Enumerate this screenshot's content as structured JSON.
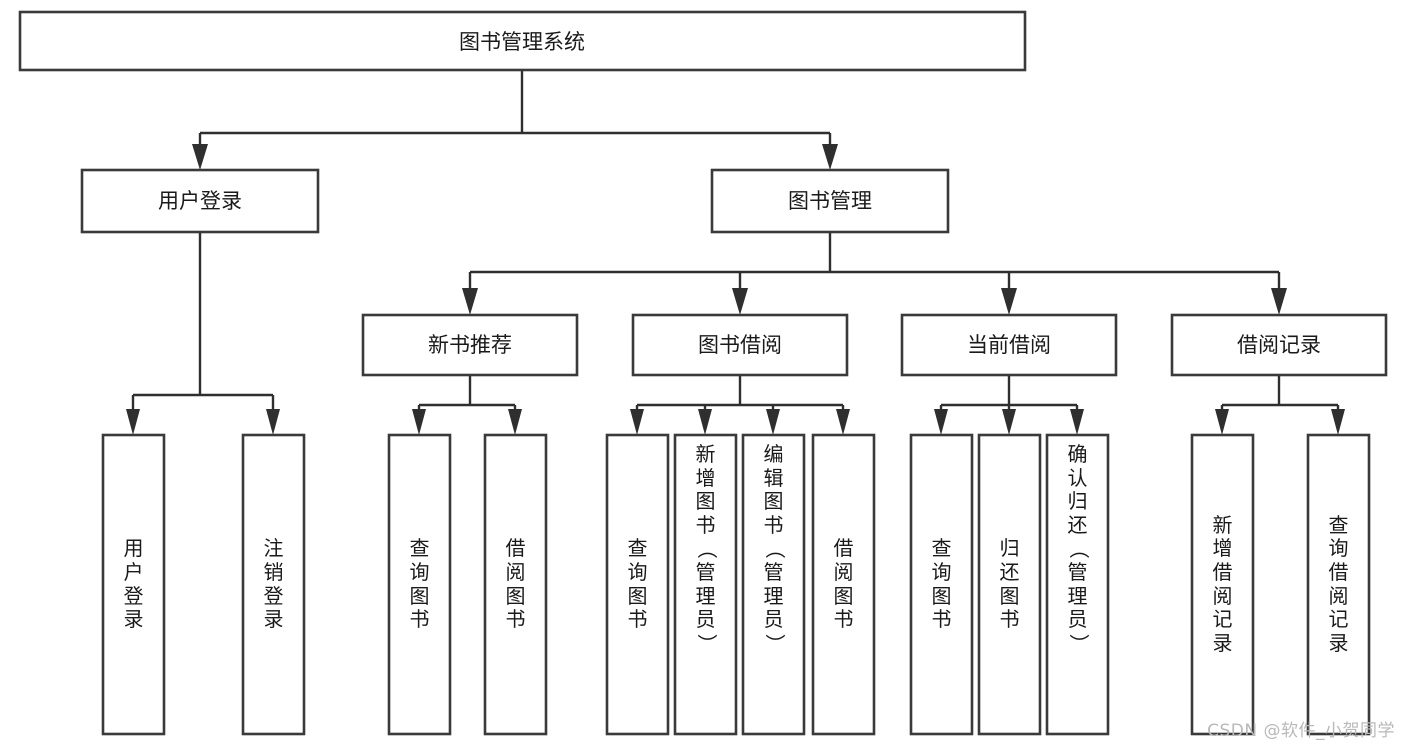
{
  "diagram": {
    "title": "图书管理系统",
    "watermark": "CSDN @软件_小贺同学",
    "root": {
      "label": "图书管理系统"
    },
    "level2": [
      {
        "id": "user-login",
        "label": "用户登录"
      },
      {
        "id": "book-management",
        "label": "图书管理"
      }
    ],
    "level3": [
      {
        "id": "new-book-recommend",
        "label": "新书推荐",
        "parent": "book-management"
      },
      {
        "id": "book-borrow",
        "label": "图书借阅",
        "parent": "book-management"
      },
      {
        "id": "current-borrow",
        "label": "当前借阅",
        "parent": "book-management"
      },
      {
        "id": "borrow-record",
        "label": "借阅记录",
        "parent": "book-management"
      }
    ],
    "leaves": [
      {
        "id": "leaf-user-login",
        "label": "用户登录",
        "parent": "user-login"
      },
      {
        "id": "leaf-logout-login",
        "label": "注销登录",
        "parent": "user-login"
      },
      {
        "id": "leaf-query-book-1",
        "label": "查询图书",
        "parent": "new-book-recommend"
      },
      {
        "id": "leaf-borrow-book-1",
        "label": "借阅图书",
        "parent": "new-book-recommend"
      },
      {
        "id": "leaf-query-book-2",
        "label": "查询图书",
        "parent": "book-borrow"
      },
      {
        "id": "leaf-add-book",
        "label": "新增图书（管理员）",
        "parent": "book-borrow"
      },
      {
        "id": "leaf-edit-book",
        "label": "编辑图书（管理员）",
        "parent": "book-borrow"
      },
      {
        "id": "leaf-borrow-book-2",
        "label": "借阅图书",
        "parent": "book-borrow"
      },
      {
        "id": "leaf-query-book-3",
        "label": "查询图书",
        "parent": "current-borrow"
      },
      {
        "id": "leaf-return-book",
        "label": "归还图书",
        "parent": "current-borrow"
      },
      {
        "id": "leaf-confirm-return",
        "label": "确认归还（管理员）",
        "parent": "current-borrow"
      },
      {
        "id": "leaf-add-record",
        "label": "新增借阅记录",
        "parent": "borrow-record"
      },
      {
        "id": "leaf-query-record",
        "label": "查询借阅记录",
        "parent": "borrow-record"
      }
    ],
    "colors": {
      "box_stroke": "#3a3a3a",
      "connector": "#2f2f2f",
      "text": "#1a1a1a",
      "background": "#ffffff",
      "watermark": "#b9b9b9"
    }
  }
}
